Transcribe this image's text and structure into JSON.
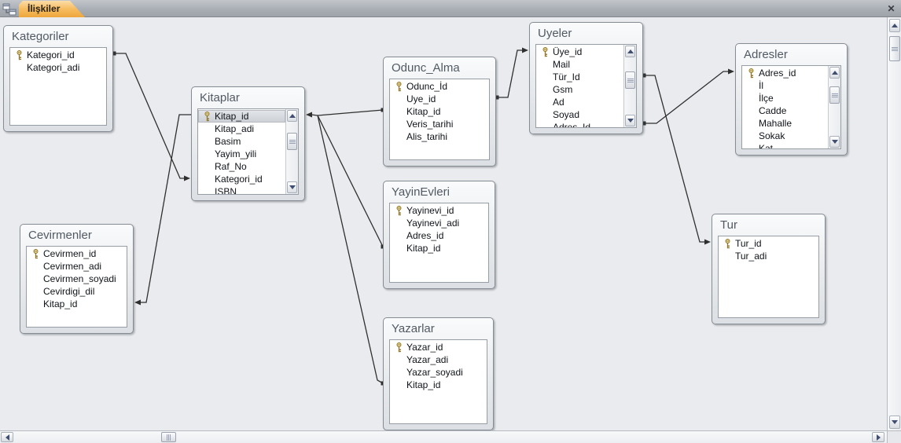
{
  "window": {
    "tab_title": "İlişkiler",
    "close_glyph": "✕"
  },
  "entities": [
    {
      "name": "Kategoriler",
      "scrollbar": false,
      "fields": [
        {
          "name": "Kategori_id",
          "pk": true
        },
        {
          "name": "Kategori_adi"
        }
      ]
    },
    {
      "name": "Kitaplar",
      "scrollbar": true,
      "fields": [
        {
          "name": "Kitap_id",
          "pk": true,
          "selected": true
        },
        {
          "name": "Kitap_adi"
        },
        {
          "name": "Basim"
        },
        {
          "name": "Yayim_yili"
        },
        {
          "name": "Raf_No"
        },
        {
          "name": "Kategori_id"
        },
        {
          "name": "ISBN"
        }
      ]
    },
    {
      "name": "Cevirmenler",
      "scrollbar": false,
      "fields": [
        {
          "name": "Cevirmen_id",
          "pk": true
        },
        {
          "name": "Cevirmen_adi"
        },
        {
          "name": "Cevirmen_soyadi"
        },
        {
          "name": "Cevirdigi_dil"
        },
        {
          "name": "Kitap_id"
        }
      ]
    },
    {
      "name": "Odunc_Alma",
      "scrollbar": false,
      "fields": [
        {
          "name": "Odunc_İd",
          "pk": true
        },
        {
          "name": "Uye_id"
        },
        {
          "name": "Kitap_id"
        },
        {
          "name": "Veris_tarihi"
        },
        {
          "name": "Alis_tarihi"
        }
      ]
    },
    {
      "name": "YayinEvleri",
      "scrollbar": false,
      "fields": [
        {
          "name": "Yayinevi_id",
          "pk": true
        },
        {
          "name": "Yayinevi_adi"
        },
        {
          "name": "Adres_id"
        },
        {
          "name": "Kitap_id"
        }
      ]
    },
    {
      "name": "Yazarlar",
      "scrollbar": false,
      "fields": [
        {
          "name": "Yazar_id",
          "pk": true
        },
        {
          "name": "Yazar_adi"
        },
        {
          "name": "Yazar_soyadi"
        },
        {
          "name": "Kitap_id"
        }
      ]
    },
    {
      "name": "Uyeler",
      "scrollbar": true,
      "fields": [
        {
          "name": "Üye_id",
          "pk": true
        },
        {
          "name": "Mail"
        },
        {
          "name": "Tür_Id"
        },
        {
          "name": "Gsm"
        },
        {
          "name": "Ad"
        },
        {
          "name": "Soyad"
        },
        {
          "name": "Adres_Id"
        }
      ]
    },
    {
      "name": "Adresler",
      "scrollbar": true,
      "fields": [
        {
          "name": "Adres_id",
          "pk": true
        },
        {
          "name": "İl"
        },
        {
          "name": "İlçe"
        },
        {
          "name": "Cadde"
        },
        {
          "name": "Mahalle"
        },
        {
          "name": "Sokak"
        },
        {
          "name": "Kat"
        }
      ]
    },
    {
      "name": "Tur",
      "scrollbar": false,
      "fields": [
        {
          "name": "Tur_id",
          "pk": true
        },
        {
          "name": "Tur_adi"
        }
      ]
    }
  ],
  "relationships": [
    {
      "from": "Kategoriler.Kategori_id",
      "to": "Kitaplar.Kategori_id"
    },
    {
      "from": "Kitaplar.Kitap_id",
      "to": "Cevirmenler.Kitap_id"
    },
    {
      "from": "Odunc_Alma.Kitap_id",
      "to": "Kitaplar.Kitap_id"
    },
    {
      "from": "YayinEvleri.Kitap_id",
      "to": "Kitaplar.Kitap_id"
    },
    {
      "from": "Yazarlar.Kitap_id",
      "to": "Kitaplar.Kitap_id"
    },
    {
      "from": "Odunc_Alma.Uye_id",
      "to": "Uyeler.Üye_id"
    },
    {
      "from": "Uyeler.Tür_Id",
      "to": "Tur.Tur_id"
    },
    {
      "from": "Uyeler.Adres_Id",
      "to": "Adresler.Adres_id"
    }
  ],
  "colors": {
    "canvas": "#e9ebee",
    "tab_active": "#f2ae45",
    "tab_bar": "#a8adb4",
    "entity_border": "#868c93",
    "entity_title": "#515a63",
    "field_text": "#0f1319",
    "selected_row": "#d8dce0",
    "relationship_line": "#2f2f2f",
    "key_icon_gold": "#c7a12d"
  }
}
